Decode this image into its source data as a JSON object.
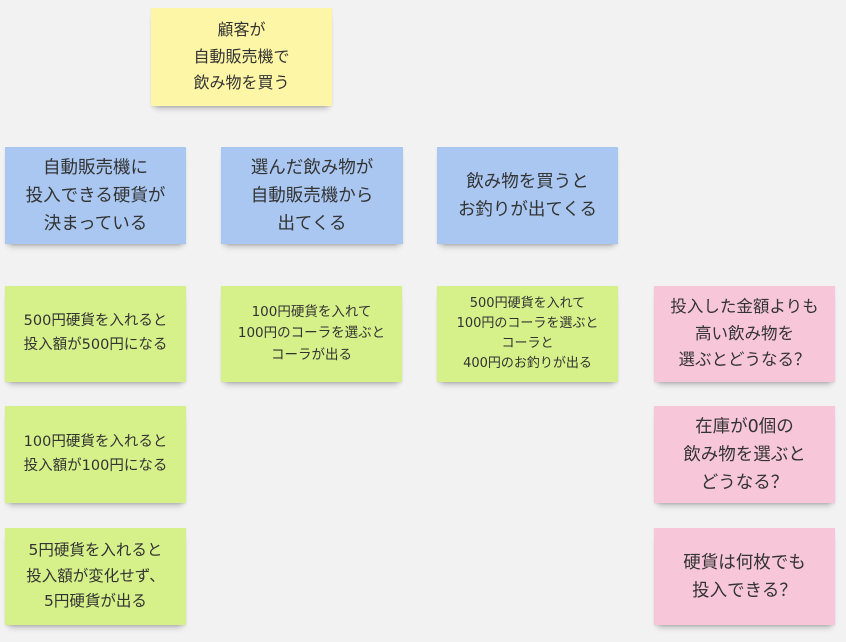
{
  "board": {
    "goal": {
      "text": "顧客が\n自動販売機で\n飲み物を買う",
      "color": "#fdf6a6"
    },
    "stories": [
      {
        "text": "自動販売機に\n投入できる硬貨が\n決まっている",
        "color": "#a9c7f1"
      },
      {
        "text": "選んだ飲み物が\n自動販売機から\n出てくる",
        "color": "#a9c7f1"
      },
      {
        "text": "飲み物を買うと\nお釣りが出てくる",
        "color": "#a9c7f1"
      }
    ],
    "examples": [
      {
        "text": "500円硬貨を入れると\n投入額が500円になる",
        "color": "#d6f08a"
      },
      {
        "text": "100円硬貨を入れると\n投入額が100円になる",
        "color": "#d6f08a"
      },
      {
        "text": "5円硬貨を入れると\n投入額が変化せず、\n5円硬貨が出る",
        "color": "#d6f08a"
      },
      {
        "text": "100円硬貨を入れて\n100円のコーラを選ぶと\nコーラが出る",
        "color": "#d6f08a"
      },
      {
        "text": "500円硬貨を入れて\n100円のコーラを選ぶと\nコーラと\n400円のお釣りが出る",
        "color": "#d6f08a"
      }
    ],
    "questions": [
      {
        "text": "投入した金額よりも\n高い飲み物を\n選ぶとどうなる？",
        "color": "#f7c7d9"
      },
      {
        "text": "在庫が0個の\n飲み物を選ぶと\nどうなる？",
        "color": "#f7c7d9"
      },
      {
        "text": "硬貨は何枚でも\n投入できる？",
        "color": "#f7c7d9"
      }
    ]
  }
}
